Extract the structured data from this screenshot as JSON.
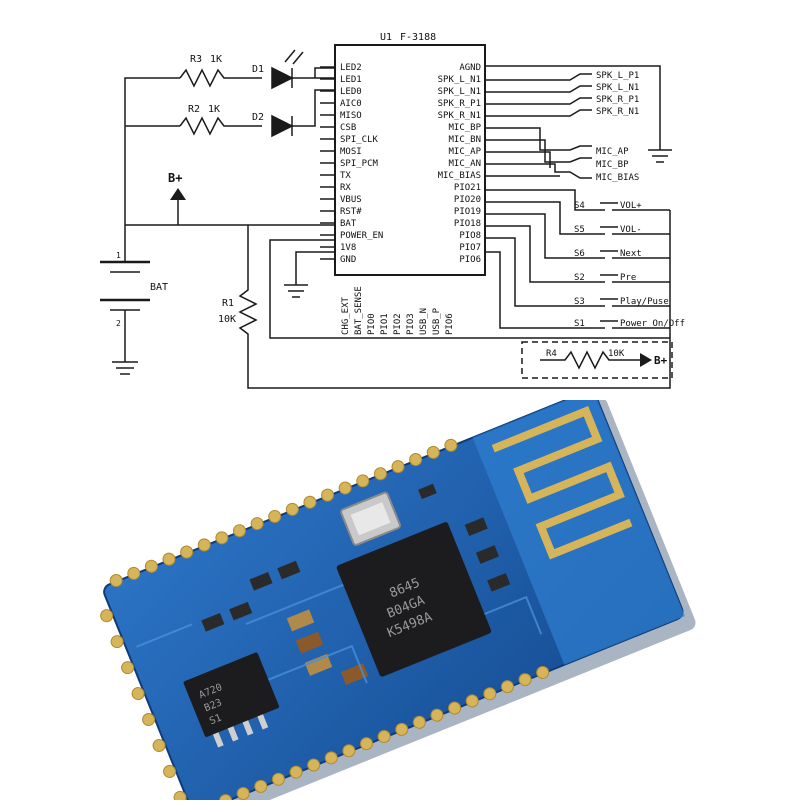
{
  "schematic": {
    "chip": {
      "designator": "U1",
      "part": "F-3188"
    },
    "left_pins": [
      "LED2",
      "LED1",
      "LED0",
      "AIC0",
      "MISO",
      "CSB",
      "SPI_CLK",
      "MOSI",
      "SPI_PCM",
      "TX",
      "RX",
      "VBUS",
      "RST#",
      "BAT",
      "POWER_EN",
      "1V8",
      "GND"
    ],
    "right_pins": [
      "AGND",
      "SPK_L_N1",
      "SPK_L_N1",
      "SPK_R_P1",
      "SPK_R_N1",
      "MIC_BP",
      "MIC_BN",
      "MIC_AP",
      "MIC_AN",
      "MIC_BIAS",
      "PIO21",
      "PIO20",
      "PIO19",
      "PIO18",
      "PIO8",
      "PIO7",
      "PIO6"
    ],
    "bottom_pins": [
      "CHG_EXT",
      "BAT_SENSE",
      "PIO0",
      "PIO1",
      "PIO2",
      "PIO3",
      "USB_N",
      "USB_P",
      "PIO6"
    ],
    "spk_labels": [
      "SPK_L_P1",
      "SPK_L_N1",
      "SPK_R_P1",
      "SPK_R_N1"
    ],
    "mic_labels": [
      "MIC_AP",
      "MIC_BP",
      "MIC_BIAS"
    ],
    "switches": [
      {
        "ref": "S4",
        "label": "VOL+"
      },
      {
        "ref": "S5",
        "label": "VOL-"
      },
      {
        "ref": "S6",
        "label": "Next"
      },
      {
        "ref": "S2",
        "label": "Pre"
      },
      {
        "ref": "S3",
        "label": "Play/Puse"
      },
      {
        "ref": "S1",
        "label": "Power On/Off"
      }
    ],
    "r3": {
      "ref": "R3",
      "value": "1K"
    },
    "r2": {
      "ref": "R2",
      "value": "1K"
    },
    "d1": "D1",
    "d2": "D2",
    "bplus": "B+",
    "battery": {
      "label": "BAT",
      "pin1": "1",
      "pin2": "2"
    },
    "r1": {
      "ref": "R1",
      "value": "10K"
    },
    "r4": {
      "ref": "R4",
      "value": "10K",
      "net": "B+"
    }
  },
  "photo": {
    "main_ic_marking": [
      "8645",
      "B04GA",
      "K5498A"
    ],
    "small_ic_marking": [
      "A720",
      "B23",
      "S1"
    ],
    "colors": {
      "pcb": "#1f5fa8",
      "pcb_dark": "#0f3c78",
      "gold": "#d6b45a",
      "ic": "#1c1c1e"
    }
  }
}
